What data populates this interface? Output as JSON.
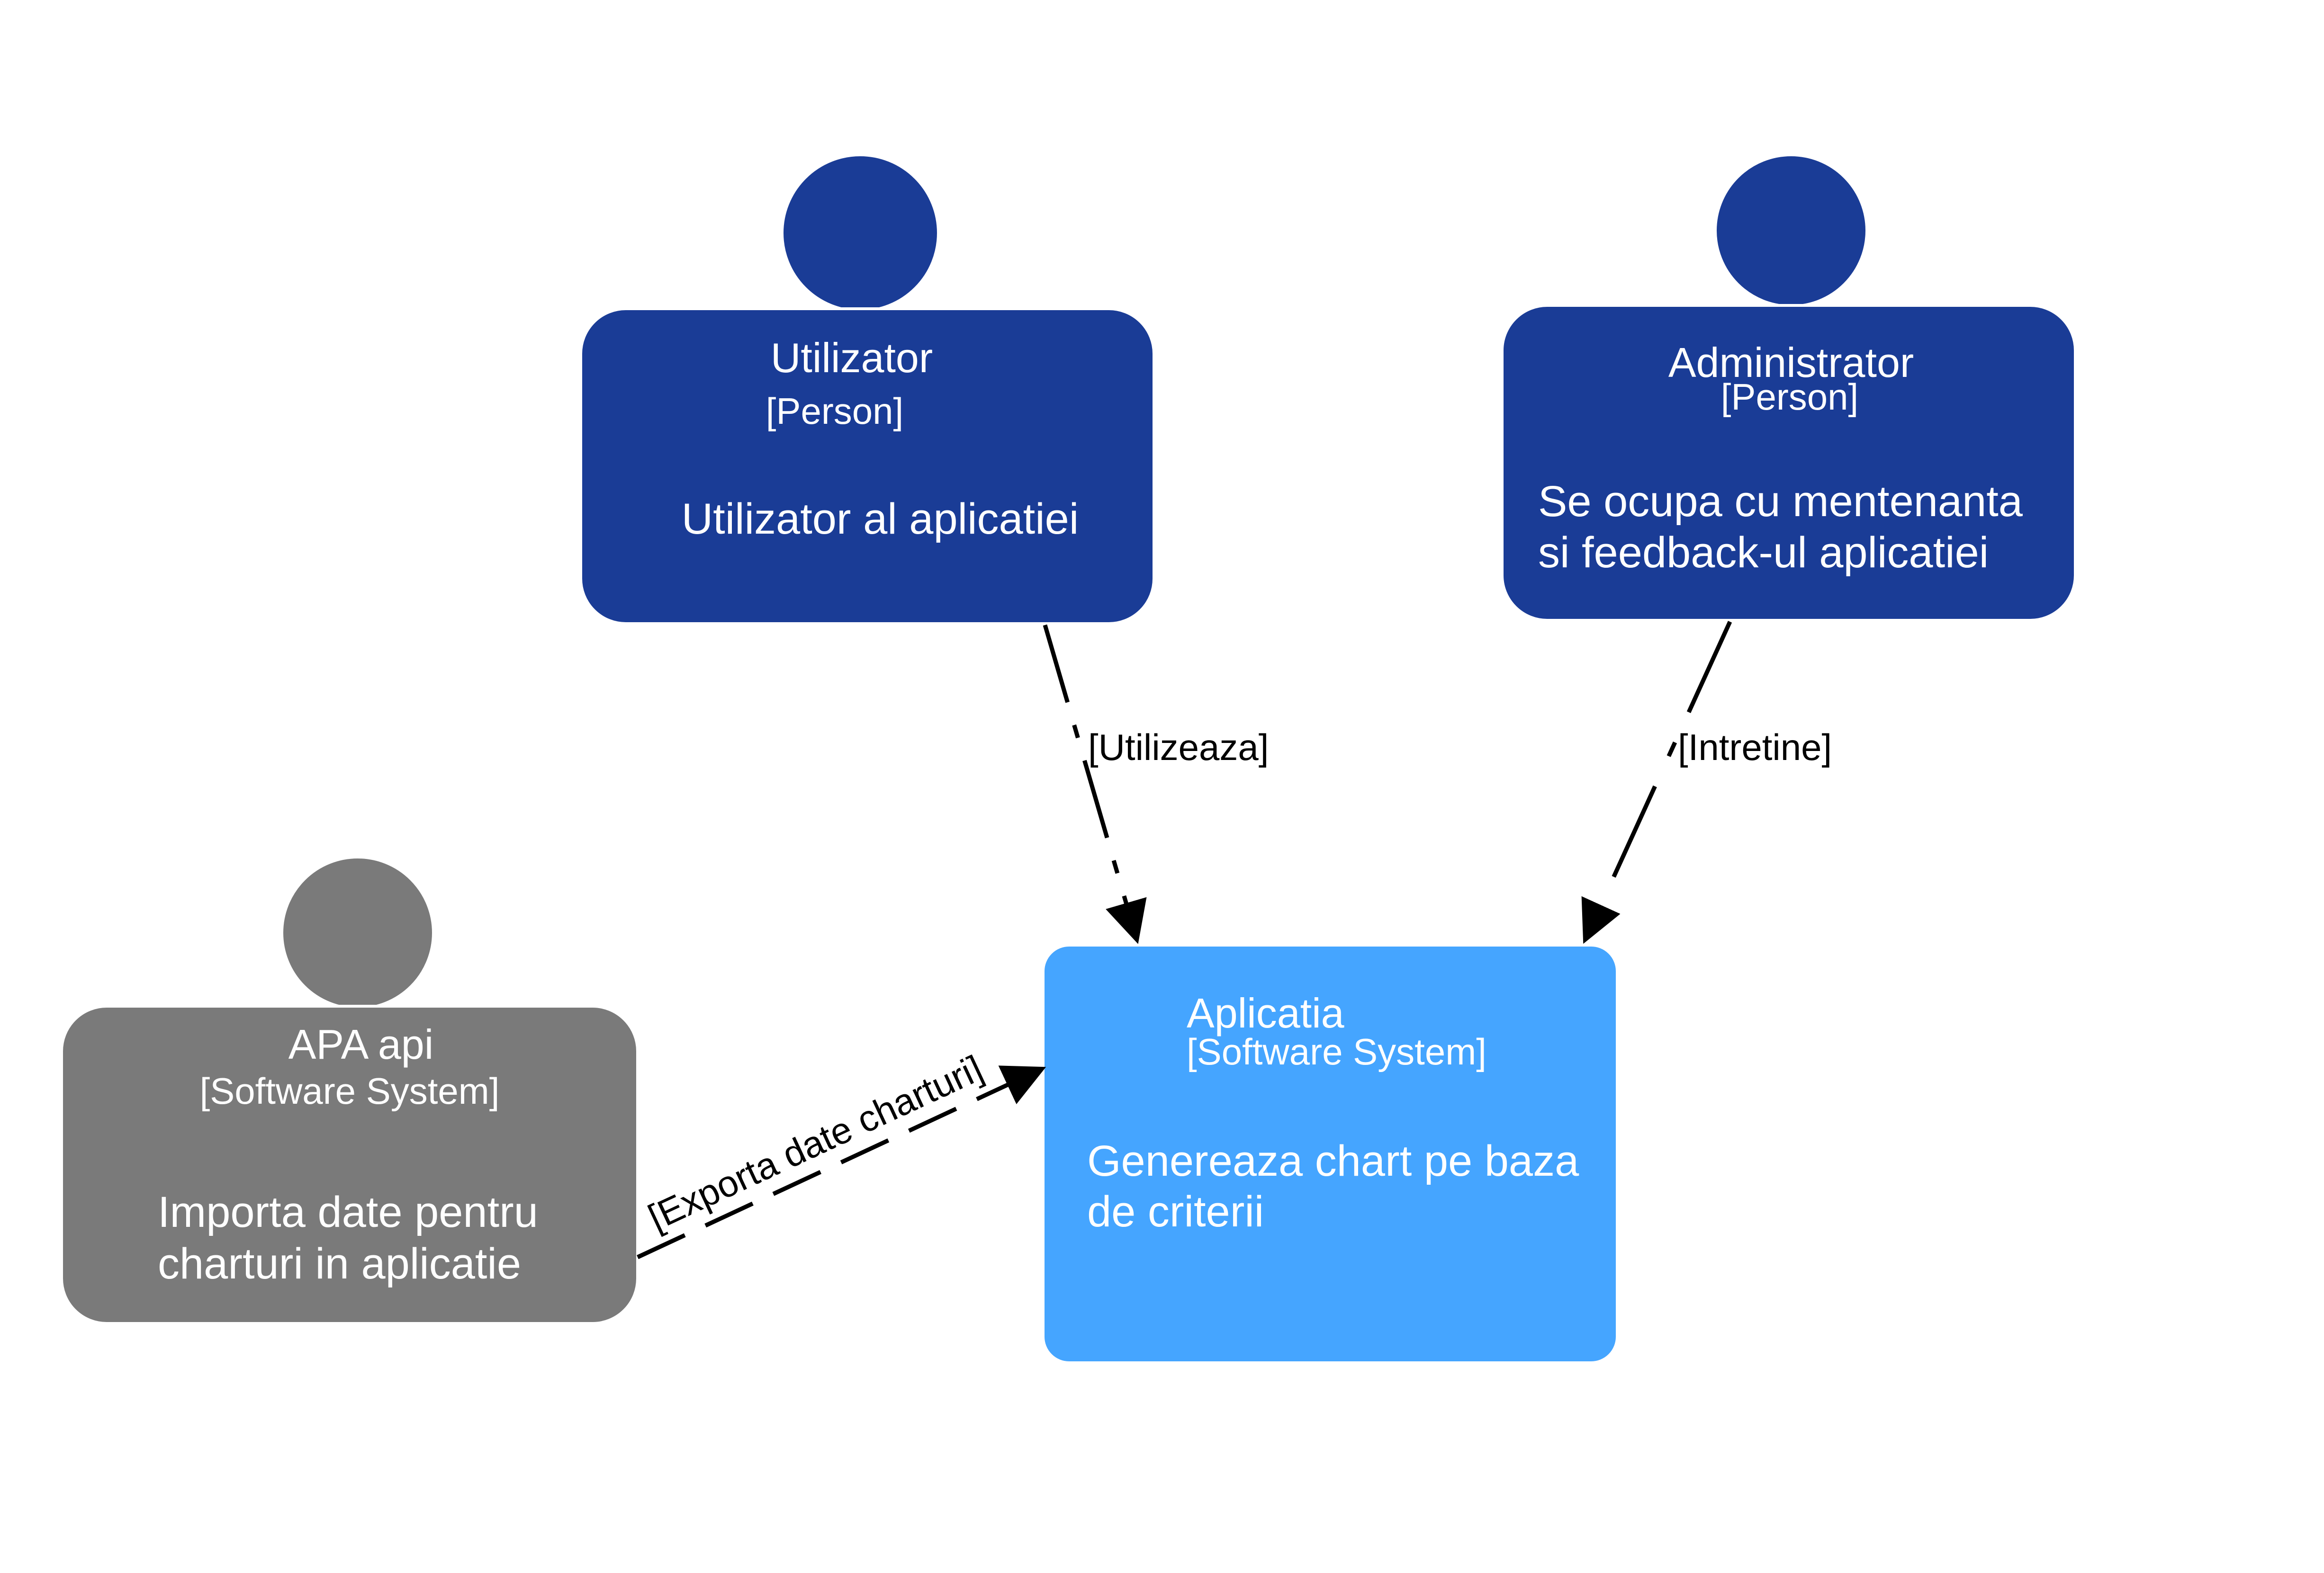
{
  "colors": {
    "person": "#1a3c96",
    "software_system": "#45a5ff",
    "external_system": "#7a7a7a",
    "edge": "#000000"
  },
  "nodes": {
    "utilizator": {
      "icon": "person-head-icon",
      "title": "Utilizator",
      "kind": "[Person]",
      "description": [
        "Utilizator al aplicatiei"
      ]
    },
    "administrator": {
      "icon": "person-head-icon",
      "title": "Administrator",
      "kind": "[Person]",
      "description": [
        "Se ocupa cu mentenanta",
        "si feedback-ul aplicatiei"
      ]
    },
    "apa_api": {
      "icon": "person-head-icon",
      "title": "APA api",
      "kind": "[Software System]",
      "description": [
        "Importa date pentru",
        "charturi in aplicatie"
      ]
    },
    "aplicatia": {
      "title": "Aplicatia",
      "kind": "[Software System]",
      "description": [
        "Genereaza chart pe baza",
        "de criterii"
      ]
    }
  },
  "edges": {
    "utilizeaza": {
      "from": "Utilizator",
      "to": "Aplicatia",
      "label": "[Utilizeaza]"
    },
    "intretine": {
      "from": "Administrator",
      "to": "Aplicatia",
      "label": "[Intretine]"
    },
    "exporta": {
      "from": "APA api",
      "to": "Aplicatia",
      "label": "[Exporta date charturi]"
    }
  }
}
